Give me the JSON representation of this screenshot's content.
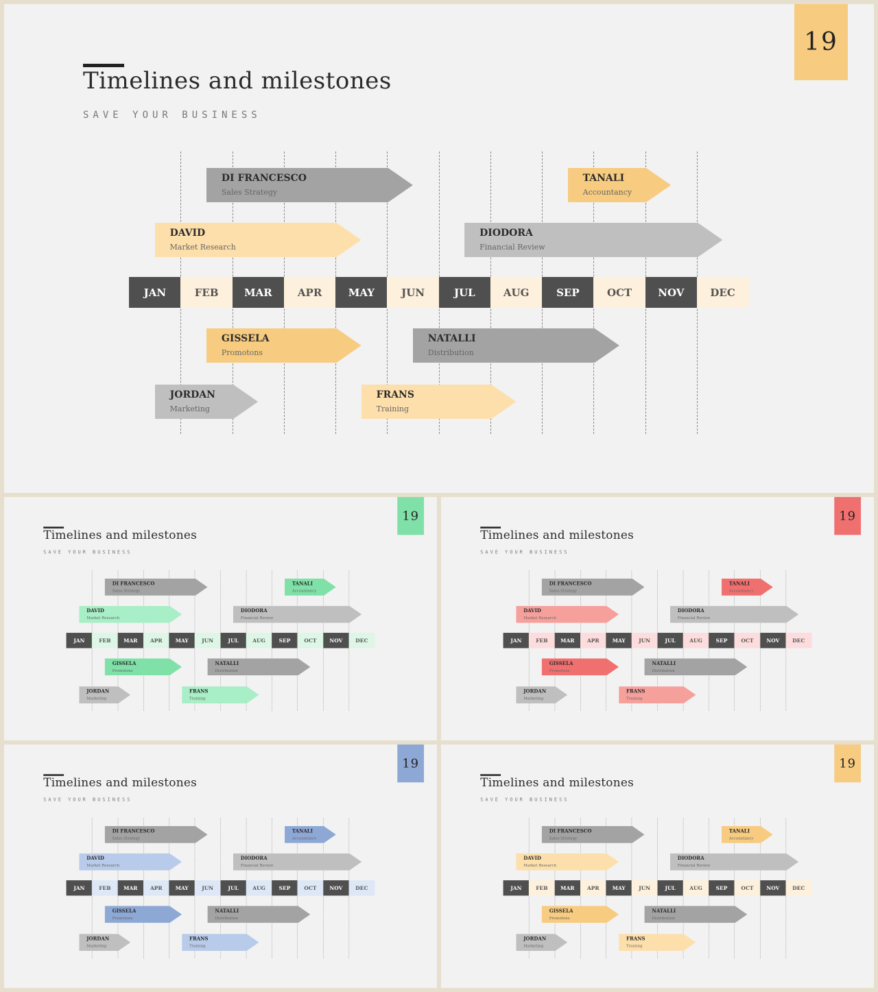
{
  "slide": {
    "title": "Timelines and milestones",
    "subtitle": "SAVE YOUR BUSINESS",
    "number": "19"
  },
  "months": [
    "JAN",
    "FEB",
    "MAR",
    "APR",
    "MAY",
    "JUN",
    "JUL",
    "AUG",
    "SEP",
    "OCT",
    "NOV",
    "DEC"
  ],
  "milestones": [
    {
      "id": "difrancesco",
      "name": "DI FRANCESCO",
      "role": "Sales Strategy",
      "start_month": 1.5,
      "end_month": 5.5,
      "row": 1,
      "tone": "dark"
    },
    {
      "id": "tanali",
      "name": "TANALI",
      "role": "Accountancy",
      "start_month": 8.5,
      "end_month": 10.5,
      "row": 1,
      "tone": "accent"
    },
    {
      "id": "david",
      "name": "DAVID",
      "role": "Market Research",
      "start_month": 0.5,
      "end_month": 4.5,
      "row": 2,
      "tone": "light"
    },
    {
      "id": "diodora",
      "name": "DIODORA",
      "role": "Financial Review",
      "start_month": 6.5,
      "end_month": 11.5,
      "row": 2,
      "tone": "mid"
    },
    {
      "id": "gissela",
      "name": "GISSELA",
      "role": "Promotons",
      "start_month": 1.5,
      "end_month": 4.5,
      "row": 3,
      "tone": "accent"
    },
    {
      "id": "natalli",
      "name": "NATALLI",
      "role": "Distribution",
      "start_month": 5.5,
      "end_month": 9.5,
      "row": 3,
      "tone": "dark"
    },
    {
      "id": "jordan",
      "name": "JORDAN",
      "role": "Marketing",
      "start_month": 0.5,
      "end_month": 2.5,
      "row": 4,
      "tone": "mid"
    },
    {
      "id": "frans",
      "name": "FRANS",
      "role": "Training",
      "start_month": 4.5,
      "end_month": 7.5,
      "row": 4,
      "tone": "light"
    }
  ],
  "slides": [
    {
      "id": "main",
      "theme": {
        "accent": "#f7cb80",
        "light": "#fddfab",
        "month_light": "#fdf0dc"
      }
    },
    {
      "id": "green",
      "theme": {
        "accent": "#7fe1a8",
        "light": "#a8eec6",
        "month_light": "#ddf6e6"
      }
    },
    {
      "id": "red",
      "theme": {
        "accent": "#f07070",
        "light": "#f6a09c",
        "month_light": "#fcdcdc"
      }
    },
    {
      "id": "blue",
      "theme": {
        "accent": "#8ea8d6",
        "light": "#b9cbea",
        "month_light": "#dde7f5"
      }
    },
    {
      "id": "yellow",
      "theme": {
        "accent": "#f7cb80",
        "light": "#fddfab",
        "month_light": "#fdf0dc"
      }
    }
  ],
  "colors": {
    "background": "#e7dfcd",
    "slide": "#f2f2f2",
    "month_dark": "#4f4f4f",
    "arrow_dark": "#a3a3a3",
    "arrow_mid": "#bfbfbf"
  }
}
